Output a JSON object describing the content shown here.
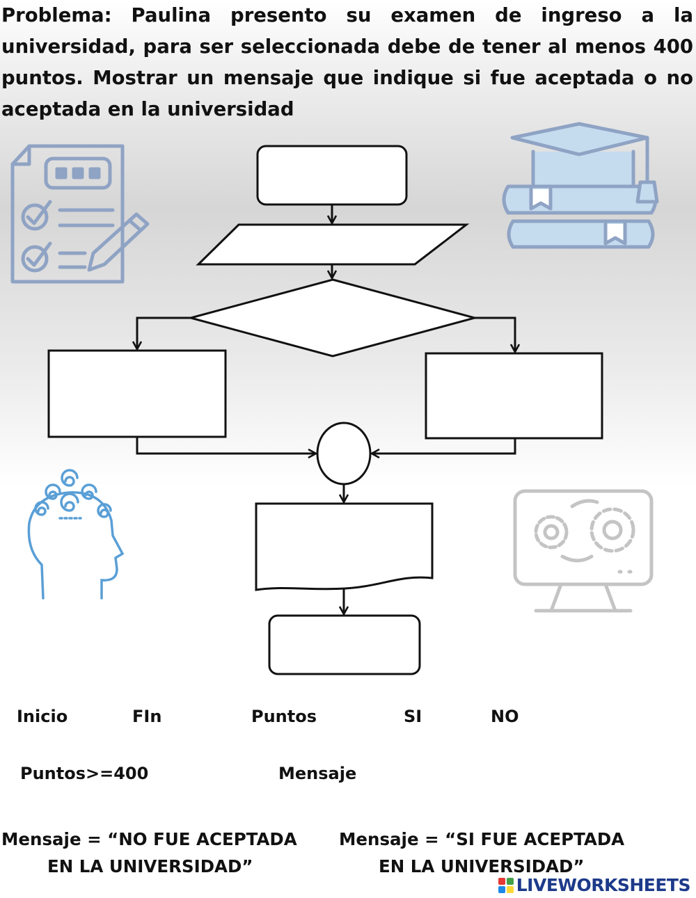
{
  "problem_text": "Problema: Paulina presento su examen de ingreso a la universidad, para ser seleccionada debe de tener al menos 400 puntos. Mostrar un mensaje que indique si fue aceptada o no aceptada en la universidad",
  "options": {
    "inicio": "Inicio",
    "fin": "FIn",
    "puntos": "Puntos",
    "si": "SI",
    "no": "NO",
    "condicion": "Puntos>=400",
    "mensaje": "Mensaje"
  },
  "messages": {
    "no_line1": "Mensaje = “NO FUE ACEPTADA",
    "no_line2": "EN LA UNIVERSIDAD”",
    "si_line1": "Mensaje = “SI FUE ACEPTADA",
    "si_line2": "EN LA UNIVERSIDAD”"
  },
  "brand": "LIVEWORKSHEETS",
  "colors": {
    "icon_blue": "#8fa3c4",
    "icon_light_blue": "#c5dcef",
    "head_blue": "#5a9fd6",
    "monitor_gray": "#c4c4c4",
    "brand_blue": "#1d3a8a"
  },
  "icons": [
    "checklist-pencil-icon",
    "graduation-books-icon",
    "head-spiral-icon",
    "monitor-gears-icon"
  ]
}
